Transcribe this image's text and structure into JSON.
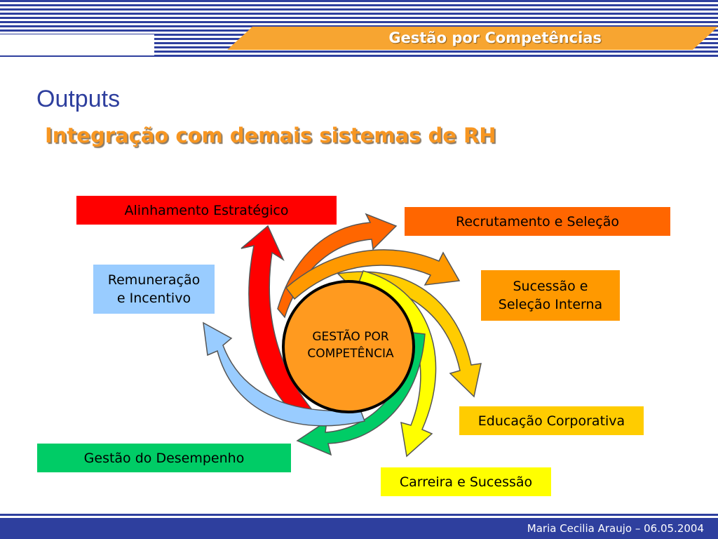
{
  "header": {
    "title": "Gestão por Competências"
  },
  "slide": {
    "title": "Outputs",
    "subtitle": "Integração com demais sistemas de RH"
  },
  "diagram": {
    "center": {
      "line1": "GESTÃO POR",
      "line2": "COMPETÊNCIA"
    },
    "nodes": {
      "alinhamento": {
        "label": "Alinhamento Estratégico",
        "color": "#ff0000"
      },
      "recrutamento": {
        "label": "Recrutamento e Seleção",
        "color": "#ff6600"
      },
      "sucessao_interna": {
        "line1": "Sucessão e",
        "line2": "Seleção Interna",
        "color": "#ff9900"
      },
      "educacao": {
        "label": "Educação Corporativa",
        "color": "#ffcc00"
      },
      "carreira": {
        "label": "Carreira e Sucessão",
        "color": "#ffff00"
      },
      "desempenho": {
        "label": "Gestão do Desempenho",
        "color": "#00cc66"
      },
      "remuneracao": {
        "line1": "Remuneração",
        "line2": "e Incentivo",
        "color": "#99ccff"
      }
    }
  },
  "footer": {
    "text": "Maria Cecilia Araujo – 06.05.2004"
  }
}
